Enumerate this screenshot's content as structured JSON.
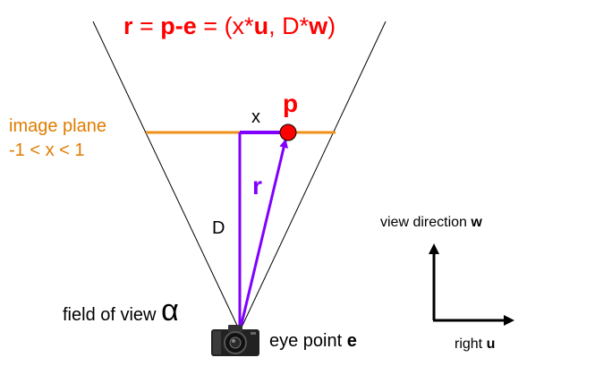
{
  "equation": {
    "r": "r",
    "eq1": " = ",
    "pe": "p-e",
    "eq2": " = (x*",
    "u": "u",
    "mid": ", D*",
    "w": "w",
    "close": ")"
  },
  "image_plane": {
    "line1": "image plane",
    "line2": "-1 < x < 1"
  },
  "labels": {
    "x": "x",
    "p": "p",
    "r": "r",
    "D": "D",
    "fov_text": "field of view ",
    "alpha": "α",
    "eye_text": "eye point ",
    "eye_var": "e",
    "view_dir_text": "view direction ",
    "view_dir_var": "w",
    "right_text": "right ",
    "right_var": "u"
  },
  "colors": {
    "red": "#ff0000",
    "orange": "#e07b00",
    "purple": "#8000ff",
    "black": "#000000"
  },
  "icons": {
    "camera": "camera-icon"
  }
}
